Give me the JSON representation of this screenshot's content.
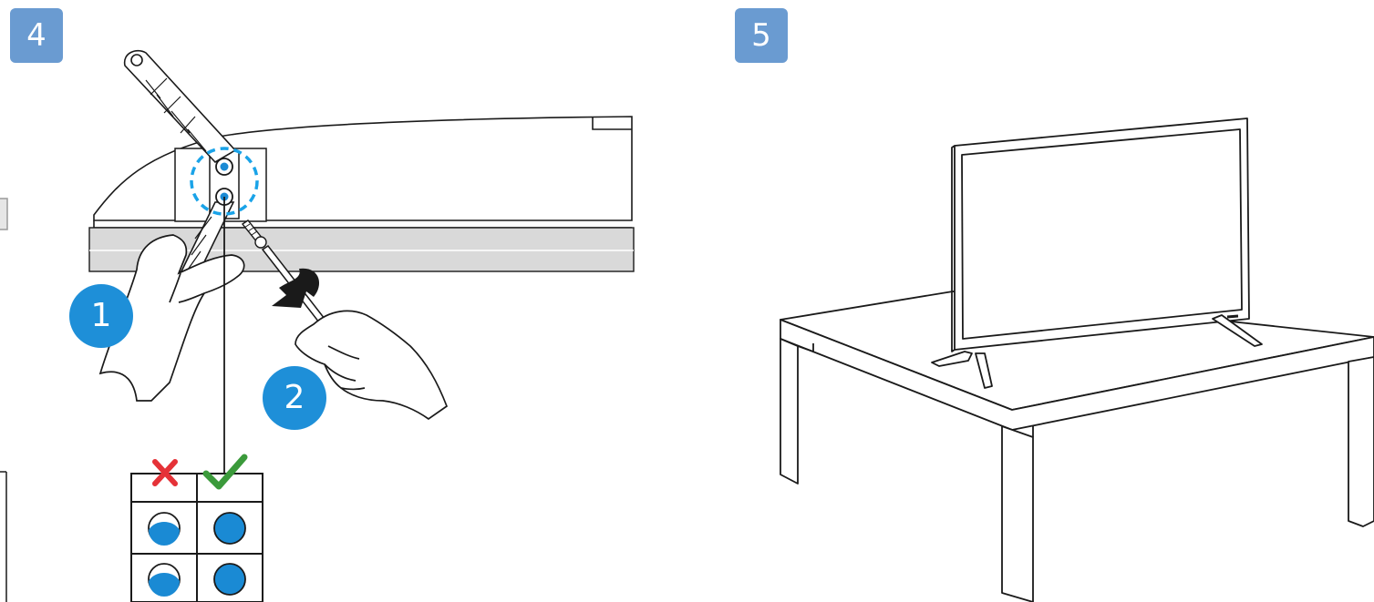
{
  "steps": {
    "left_number": "4",
    "right_number": "5"
  },
  "callouts": {
    "first": "1",
    "second": "2"
  },
  "indicator": {
    "wrong_icon": "cross-mark",
    "right_icon": "check-mark"
  },
  "colors": {
    "badge": "#6a9bd1",
    "callout": "#1e8fd8",
    "screw_fill": "#1a8ad4",
    "highlight": "#1aa3e8",
    "wrong": "#e53238",
    "right": "#3b9a3b",
    "base_strip": "#d9d9d9",
    "line": "#1a1a1a"
  }
}
